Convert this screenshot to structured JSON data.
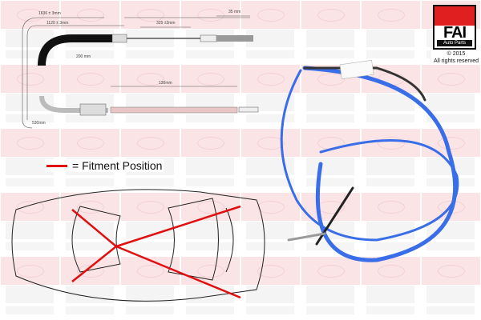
{
  "watermark": {
    "brand": "FAI",
    "sub": "Auto Parts"
  },
  "diagram": {
    "dims": [
      "1636 ± 3mm",
      "1120 ± 3mm",
      "325 ±2mm",
      "35 mm",
      "200 mm",
      "130mm",
      "530mm"
    ]
  },
  "legend": {
    "label": "= Fitment Position",
    "color": "#e01010"
  },
  "logo": {
    "brand": "FAI",
    "sub": "Auto Parts",
    "copyright": "© 2015",
    "rights": "All rights reserved"
  },
  "product": {
    "cable_color": "#3a6ee8"
  }
}
